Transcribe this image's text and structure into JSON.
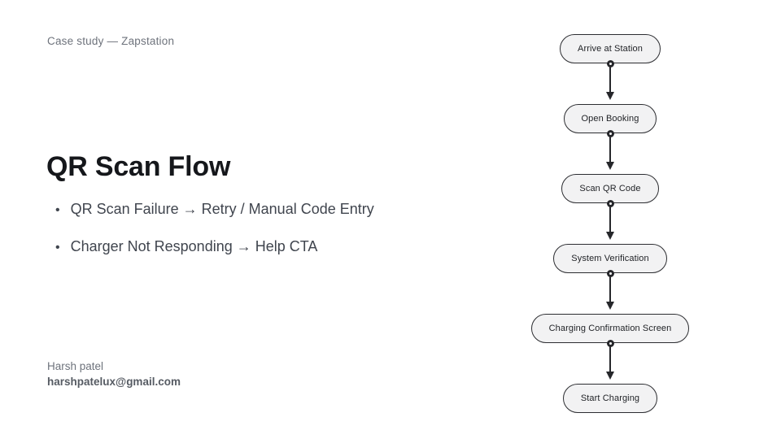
{
  "header": {
    "eyebrow": "Case study — Zapstation"
  },
  "main": {
    "title": "QR Scan Flow",
    "bullet_char": "•",
    "bullets": [
      "QR Scan Failure → Retry / Manual Code Entry",
      "Charger Not Responding → Help CTA"
    ]
  },
  "footer": {
    "name": "Harsh patel",
    "email": "harshpatelux@gmail.com"
  },
  "flowchart": {
    "nodes": [
      {
        "label": "Arrive at Station"
      },
      {
        "label": "Open Booking"
      },
      {
        "label": "Scan QR Code"
      },
      {
        "label": "System Verification"
      },
      {
        "label": "Charging Confirmation Screen"
      },
      {
        "label": "Start Charging"
      }
    ]
  },
  "colors": {
    "background": "#ffffff",
    "node_fill": "#f2f2f3",
    "node_border": "#2c2d31",
    "node_text": "#1f2125",
    "connector": "#26272b",
    "title_text": "#15171b",
    "body_text": "#40454e",
    "muted_text": "#6e737c",
    "email_text": "#565b63"
  }
}
